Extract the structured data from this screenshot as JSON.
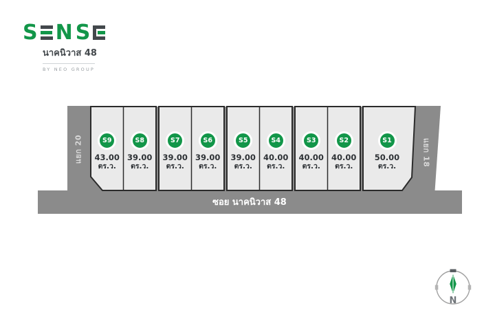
{
  "brand": {
    "logo_text": "SENSE",
    "logo_letters": [
      "S",
      "E",
      "N",
      "S",
      "E"
    ],
    "subtitle": "นาคนิวาส 48",
    "byline": "BY NEO GROUP"
  },
  "colors": {
    "green": "#129649",
    "dark_gray": "#43484c",
    "road_gray": "#8b8b8b",
    "plot_fill": "#eaeaea",
    "outline": "#2b2b2b"
  },
  "plan": {
    "plots": [
      {
        "id": "S9",
        "area": "43.00",
        "unit": "ตร.ว."
      },
      {
        "id": "S8",
        "area": "39.00",
        "unit": "ตร.ว."
      },
      {
        "id": "S7",
        "area": "39.00",
        "unit": "ตร.ว."
      },
      {
        "id": "S6",
        "area": "39.00",
        "unit": "ตร.ว."
      },
      {
        "id": "S5",
        "area": "39.00",
        "unit": "ตร.ว."
      },
      {
        "id": "S4",
        "area": "40.00",
        "unit": "ตร.ว."
      },
      {
        "id": "S3",
        "area": "40.00",
        "unit": "ตร.ว."
      },
      {
        "id": "S2",
        "area": "40.00",
        "unit": "ตร.ว."
      },
      {
        "id": "S1",
        "area": "50.00",
        "unit": "ตร.ว."
      }
    ],
    "roads": {
      "bottom": "ซอย นาคนิวาส 48",
      "left": "แยก 20",
      "right": "แยก 18"
    }
  },
  "compass": {
    "label": "N"
  }
}
